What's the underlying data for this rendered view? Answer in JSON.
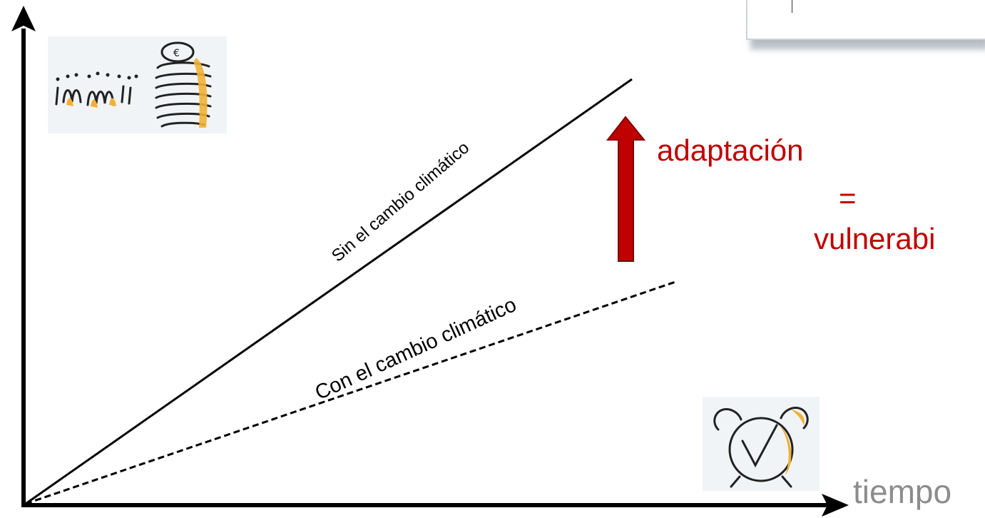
{
  "axis": {
    "x_label": "tiempo"
  },
  "lines": {
    "without_cc": "Sin el cambio climático",
    "with_cc": "Con el cambio climático"
  },
  "annotation": {
    "adaptation": "adaptación",
    "equals": "=",
    "vulnerability": "vulnerabi"
  },
  "icons": {
    "money": "people-and-coins-icon",
    "clock": "alarm-clock-icon",
    "arrow": "upward-arrow-icon"
  },
  "colors": {
    "annotation_red": "#c00000",
    "arrow_fill": "#c00000",
    "arrow_stroke": "#7f0000",
    "axis_label_gray": "#8c8c8c",
    "icon_accent": "#f2b134"
  }
}
